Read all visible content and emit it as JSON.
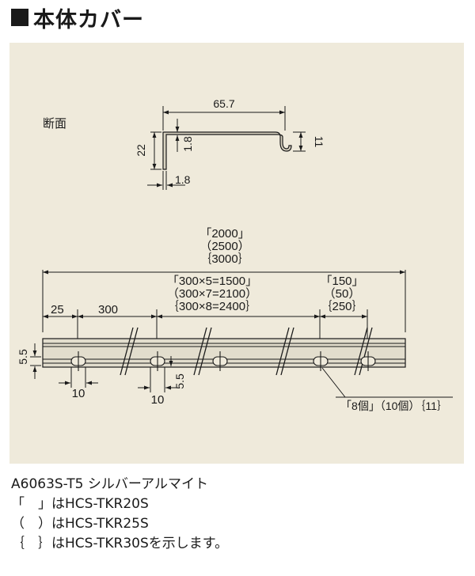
{
  "title": "本体カバー",
  "section": {
    "label": "断面",
    "dims": {
      "width": "65.7",
      "height": "22",
      "thickness_v": "1.8",
      "thickness_h": "1.8",
      "lip": "11"
    }
  },
  "bar": {
    "total_lines": [
      "「2000」",
      "（2500）",
      "｛3000｝"
    ],
    "pitch_lines": [
      "「300×5=1500」",
      "（300×7=2100）",
      "｛300×8=2400｝"
    ],
    "end_lines": [
      "「150」",
      "（50）",
      "｛250｝"
    ],
    "first_hole": "25",
    "pitch": "300",
    "hole_length_1": "10",
    "hole_length_2": "10",
    "hole_offset_side": "5.5",
    "hole_offset_bottom": "5.5",
    "hole_count": "「8個」（10個）｛11｝"
  },
  "notes": [
    "A6063S-T5 シルバーアルマイト",
    "「　」はHCS-TKR20S",
    "（　）はHCS-TKR25S",
    "｛　｝はHCS-TKR30Sを示します。"
  ],
  "colors": {
    "panel": "#efeadb",
    "line": "#1a1a1a",
    "bar_fill": "#e2ddcd"
  }
}
